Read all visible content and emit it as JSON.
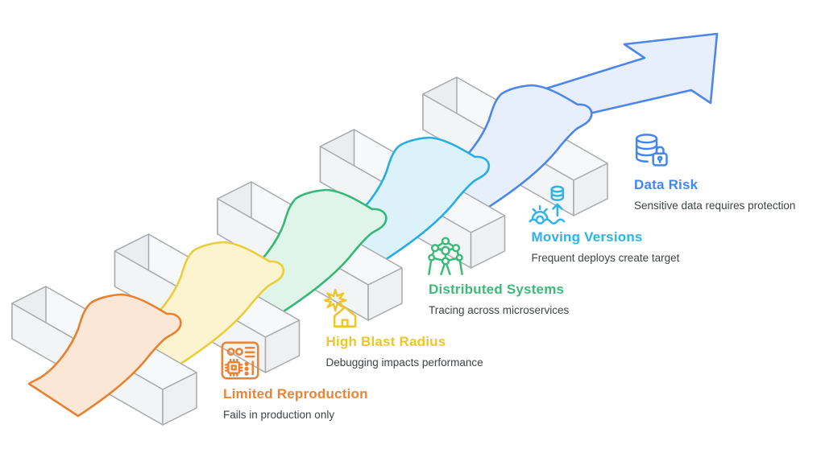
{
  "figure": {
    "background": "#ffffff",
    "type": "ascending-hurdles-diagram"
  },
  "bar": {
    "stroke": "#A7A9AC",
    "top_fill": "#F7F8F9",
    "front_fill": "#F3F4F5",
    "left_cap_fill": "#ECEDEF",
    "right_cap_fill": "#EFF0F1"
  },
  "arrow": {
    "fill": "#E7EFFC",
    "stroke": "#4C86E8"
  },
  "subtitle_color": "#3E4347",
  "stages": [
    {
      "title": "Limited Reproduction",
      "subtitle": "Fails in production only",
      "title_color": "#ED8232",
      "ribbon_stroke": "#E8812F",
      "ribbon_fill": "#FAE7D5",
      "icon": "circuit-board-icon"
    },
    {
      "title": "High Blast Radius",
      "subtitle": "Debugging impacts performance",
      "title_color": "#EFC52E",
      "ribbon_stroke": "#EACD3A",
      "ribbon_fill": "#FCF4CF",
      "icon": "blast-impact-icon"
    },
    {
      "title": "Distributed Systems",
      "subtitle": "Tracing across microservices",
      "title_color": "#3CBA77",
      "ribbon_stroke": "#34B877",
      "ribbon_fill": "#DFF5E9",
      "icon": "network-nodes-icon"
    },
    {
      "title": "Moving Versions",
      "subtitle": "Frequent deploys create target",
      "title_color": "#2BB3EA",
      "ribbon_stroke": "#25ADE6",
      "ribbon_fill": "#DCF2FB",
      "icon": "deploy-pipeline-icon"
    },
    {
      "title": "Data Risk",
      "subtitle": "Sensitive data requires protection",
      "title_color": "#4285F4",
      "ribbon_stroke": "#4C86E8",
      "ribbon_fill": "#E7EFFC",
      "icon": "database-lock-icon"
    }
  ]
}
